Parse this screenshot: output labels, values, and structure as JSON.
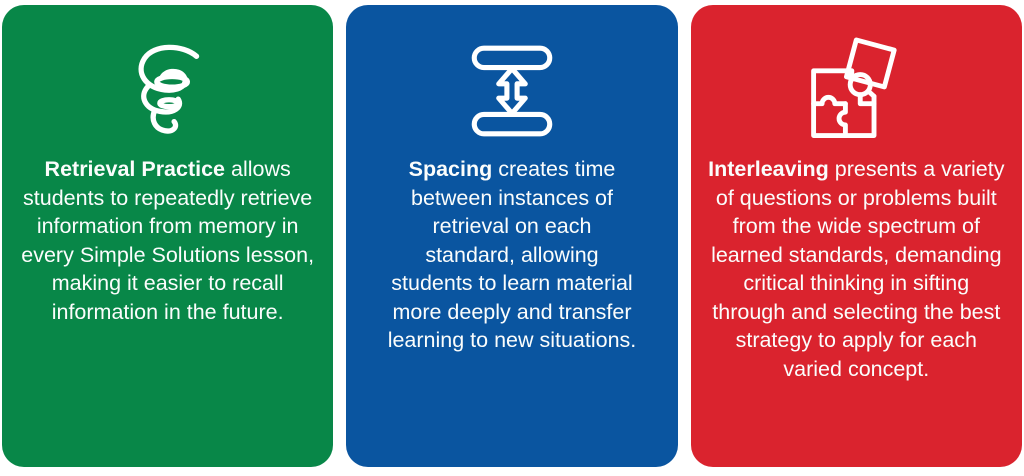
{
  "page": {
    "background_color": "#ffffff",
    "text_color": "#FBFDFC"
  },
  "cards": [
    {
      "id": "retrieval-practice",
      "background_color": "#088748",
      "icon": "tornado-icon",
      "term": "Retrieval Practice",
      "description": " allows students to repeatedly retrieve information from memory in every Simple Solutions lesson, making it easier to recall information in the future."
    },
    {
      "id": "spacing",
      "background_color": "#0A55A0",
      "icon": "spacing-arrows-icon",
      "term": "Spacing",
      "description": " creates time between instances of retrieval on each standard, allowing students to learn material more deeply and transfer learning to new situations."
    },
    {
      "id": "interleaving",
      "background_color": "#DA232E",
      "icon": "puzzle-pieces-icon",
      "term": "Interleaving",
      "description": " presents a variety of questions or problems built from the wide spectrum of learned standards, demanding critical thinking in sifting through and selecting the best strategy to apply for each varied concept."
    }
  ]
}
